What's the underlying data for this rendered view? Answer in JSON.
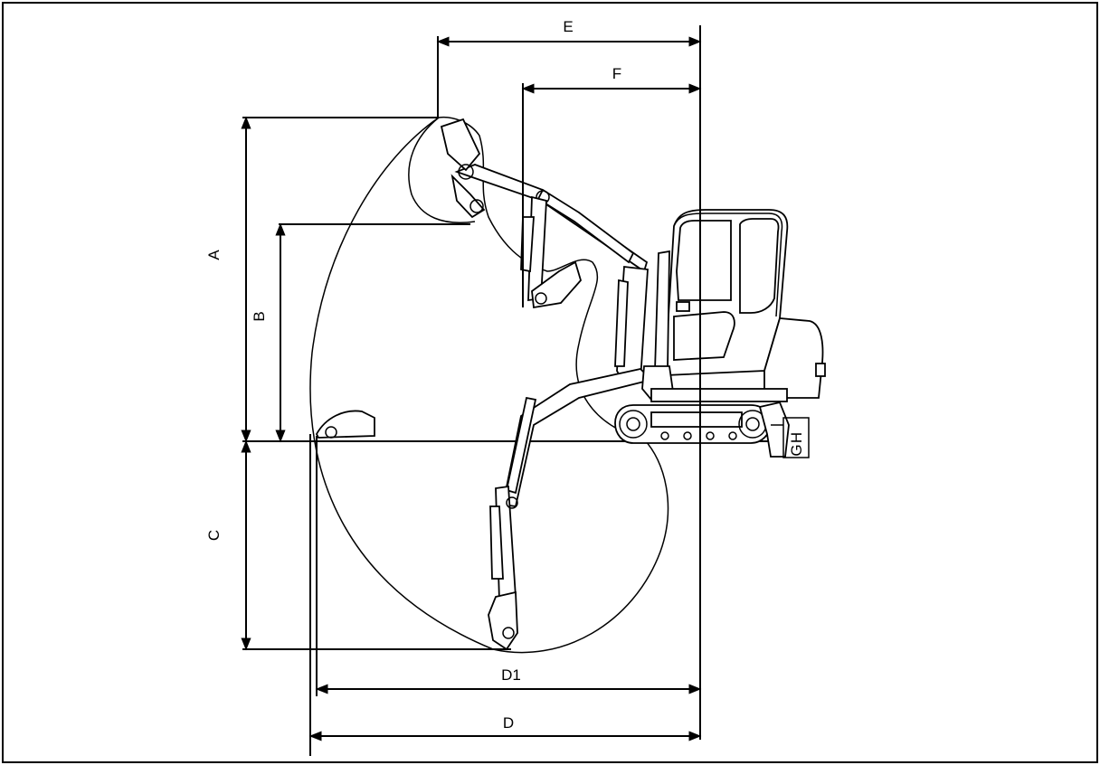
{
  "labels": {
    "A": "A",
    "B": "B",
    "C": "C",
    "D": "D",
    "D1": "D1",
    "E": "E",
    "F": "F",
    "G": "G",
    "H": "H"
  }
}
